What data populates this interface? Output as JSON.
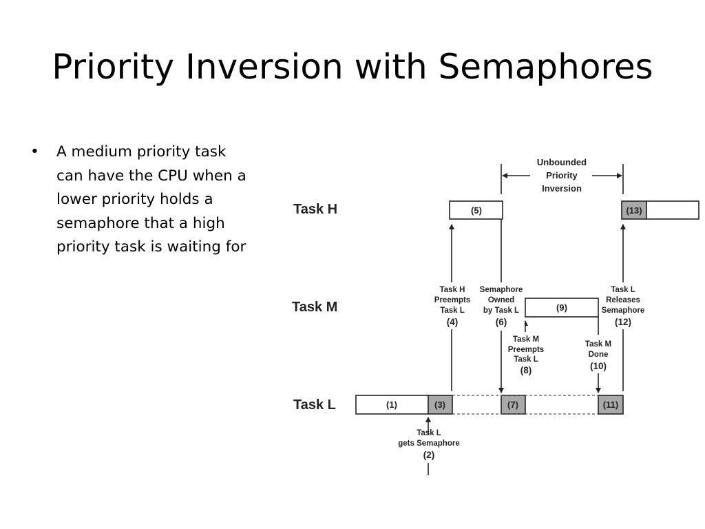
{
  "slide": {
    "title": "Priority Inversion with Semaphores",
    "bullets": [
      {
        "lines": [
          "A medium priority task",
          "can have the CPU when a",
          "lower priority holds a",
          "semaphore that a high",
          "priority task is waiting for"
        ]
      }
    ]
  },
  "diagram": {
    "rows": {
      "task_h": "Task H",
      "task_m": "Task M",
      "task_l": "Task L"
    },
    "header": [
      "Unbounded",
      "Priority",
      "Inversion"
    ],
    "boxes": {
      "b1": "(1)",
      "b3": "(3)",
      "b5": "(5)",
      "b7": "(7)",
      "b9": "(9)",
      "b11": "(11)",
      "b13": "(13)"
    },
    "events": {
      "e2": {
        "lines": [
          "Task L",
          "gets Semaphore"
        ],
        "num": "(2)"
      },
      "e4": {
        "lines": [
          "Task H",
          "Preempts",
          "Task L"
        ],
        "num": "(4)"
      },
      "e6": {
        "lines": [
          "Semaphore",
          "Owned",
          "by Task L"
        ],
        "num": "(6)"
      },
      "e8": {
        "lines": [
          "Task M",
          "Preempts",
          "Task L"
        ],
        "num": "(8)"
      },
      "e10": {
        "lines": [
          "Task M",
          "Done"
        ],
        "num": "(10)"
      },
      "e12": {
        "lines": [
          "Task L",
          "Releases",
          "Semaphore"
        ],
        "num": "(12)"
      }
    },
    "colors": {
      "shaded": "#a9a9a9",
      "line": "#222222"
    }
  }
}
